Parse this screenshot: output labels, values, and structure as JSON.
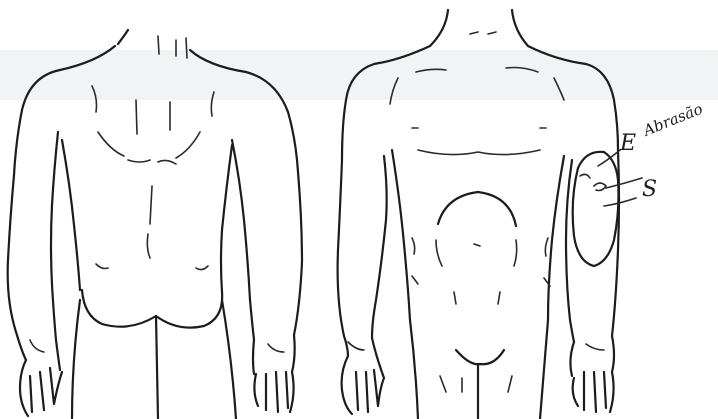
{
  "annotations": {
    "label_e": "E",
    "label_s": "S",
    "handwritten_note": "Abrasão"
  },
  "colors": {
    "ink": "#1c1c1c",
    "paper": "#ffffff",
    "scan_band": "#e6e8ea"
  }
}
